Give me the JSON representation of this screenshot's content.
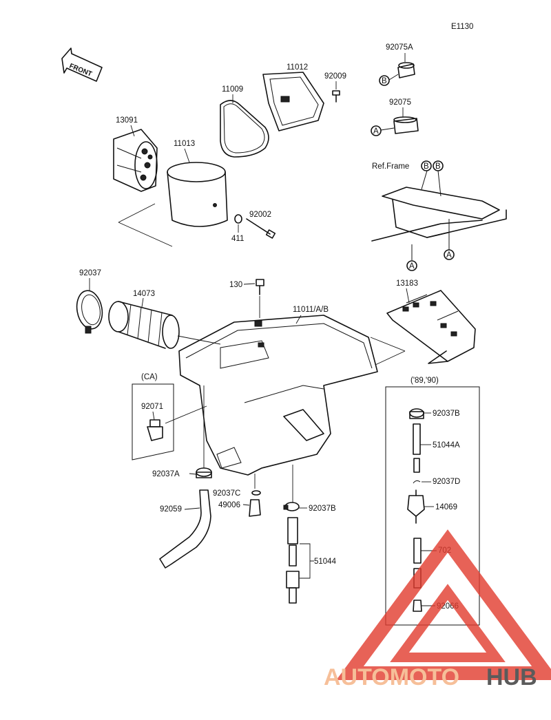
{
  "code": "E1130",
  "front_label": "FRONT",
  "ref_frame": "Ref.Frame",
  "variant_ca": "(CA)",
  "variant_years": "('89,'90)",
  "circle_a": "A",
  "circle_b": "B",
  "parts": {
    "p13091": "13091",
    "p11013": "11013",
    "p11009": "11009",
    "p11012": "11012",
    "p92009": "92009",
    "p92075A": "92075A",
    "p92075": "92075",
    "p92002": "92002",
    "p411": "411",
    "p92037": "92037",
    "p14073": "14073",
    "p130": "130",
    "p11011": "11011/A/B",
    "p13183": "13183",
    "p92071": "92071",
    "p92037A": "92037A",
    "p92059": "92059",
    "p92037C": "92037C",
    "p49006": "49006",
    "p92037B": "92037B",
    "p51044": "51044",
    "p92037B_r": "92037B",
    "p51044A": "51044A",
    "p92037D": "92037D",
    "p14069": "14069",
    "p702": "702",
    "p92066": "92066"
  },
  "watermark": {
    "part1": "AUTOMOTO",
    "part2": "HUB",
    "color_light": "#f5b080",
    "color_red": "#e23b2e",
    "color_dark": "#333333"
  }
}
